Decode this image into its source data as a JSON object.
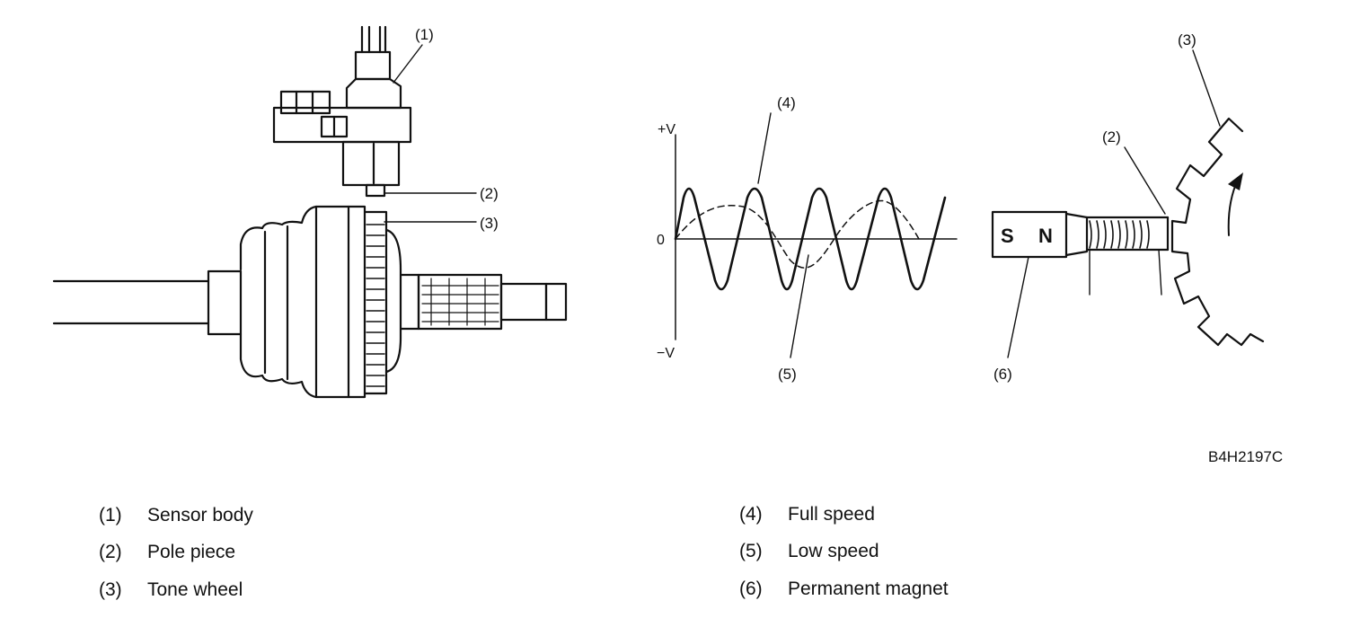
{
  "callouts": {
    "c1": "(1)",
    "c2": "(2)",
    "c3": "(3)",
    "c4": "(4)",
    "c5": "(5)",
    "c6": "(6)"
  },
  "graph": {
    "plus_v": "+V",
    "zero": "0",
    "minus_v": "−V"
  },
  "magnet": {
    "south": "S",
    "north": "N"
  },
  "figure_code": "B4H2197C",
  "legend_left": [
    {
      "num": "(1)",
      "text": "Sensor body"
    },
    {
      "num": "(2)",
      "text": "Pole piece"
    },
    {
      "num": "(3)",
      "text": "Tone wheel"
    }
  ],
  "legend_right": [
    {
      "num": "(4)",
      "text": "Full speed"
    },
    {
      "num": "(5)",
      "text": "Low speed"
    },
    {
      "num": "(6)",
      "text": "Permanent magnet"
    }
  ]
}
